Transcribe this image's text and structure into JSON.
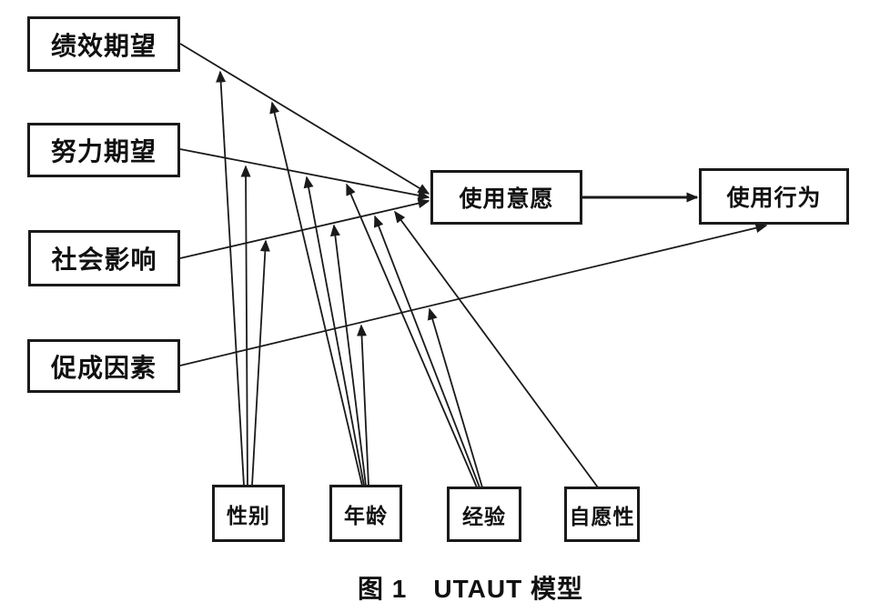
{
  "diagram": {
    "title": "UTAUT 模型",
    "ink_color": "#1a1a1a",
    "background_color": "#ffffff",
    "caption": "图 1　UTAUT 模型",
    "nodes": {
      "performance_expectancy": {
        "label": "绩效期望"
      },
      "effort_expectancy": {
        "label": "努力期望"
      },
      "social_influence": {
        "label": "社会影响"
      },
      "facilitating_conditions": {
        "label": "促成因素"
      },
      "behavioral_intention": {
        "label": "使用意愿"
      },
      "use_behavior": {
        "label": "使用行为"
      },
      "gender": {
        "label": "性别"
      },
      "age": {
        "label": "年龄"
      },
      "experience": {
        "label": "经验"
      },
      "voluntariness": {
        "label": "自愿性"
      }
    },
    "edges": [
      {
        "from": "performance_expectancy",
        "to": "behavioral_intention",
        "points": [
          198,
          48,
          471,
          213
        ],
        "thick": false
      },
      {
        "from": "effort_expectancy",
        "to": "behavioral_intention",
        "points": [
          198,
          164,
          471,
          217
        ],
        "thick": false
      },
      {
        "from": "social_influence",
        "to": "behavioral_intention",
        "points": [
          198,
          284,
          471,
          221
        ],
        "thick": false
      },
      {
        "from": "facilitating_conditions",
        "to": "use_behavior",
        "points": [
          198,
          402,
          842,
          248
        ],
        "thick": false
      },
      {
        "from": "behavioral_intention",
        "to": "use_behavior",
        "points": [
          640,
          217,
          766,
          217
        ],
        "thick": true
      },
      {
        "from": "gender",
        "to": "pe-bi-link",
        "points": [
          268,
          534,
          242,
          79
        ],
        "thick": false
      },
      {
        "from": "gender",
        "to": "ee-bi-link",
        "points": [
          272,
          534,
          270,
          183
        ],
        "thick": false
      },
      {
        "from": "gender",
        "to": "si-bi-link",
        "points": [
          277,
          534,
          292,
          265
        ],
        "thick": false
      },
      {
        "from": "age",
        "to": "pe-bi-link",
        "points": [
          398,
          534,
          299,
          113
        ],
        "thick": false
      },
      {
        "from": "age",
        "to": "ee-bi-link",
        "points": [
          400,
          534,
          337,
          195
        ],
        "thick": false
      },
      {
        "from": "age",
        "to": "si-bi-link",
        "points": [
          402,
          534,
          367,
          248
        ],
        "thick": false
      },
      {
        "from": "age",
        "to": "fc-ub-link",
        "points": [
          405,
          534,
          397,
          358
        ],
        "thick": false
      },
      {
        "from": "experience",
        "to": "ee-bi-link",
        "points": [
          524,
          536,
          381,
          203
        ],
        "thick": false
      },
      {
        "from": "experience",
        "to": "si-bi-link",
        "points": [
          527,
          536,
          412,
          238
        ],
        "thick": false
      },
      {
        "from": "experience",
        "to": "fc-ub-link",
        "points": [
          530,
          536,
          472,
          340
        ],
        "thick": false
      },
      {
        "from": "voluntariness",
        "to": "si-bi-link",
        "points": [
          657,
          536,
          434,
          233
        ],
        "thick": false
      }
    ]
  }
}
